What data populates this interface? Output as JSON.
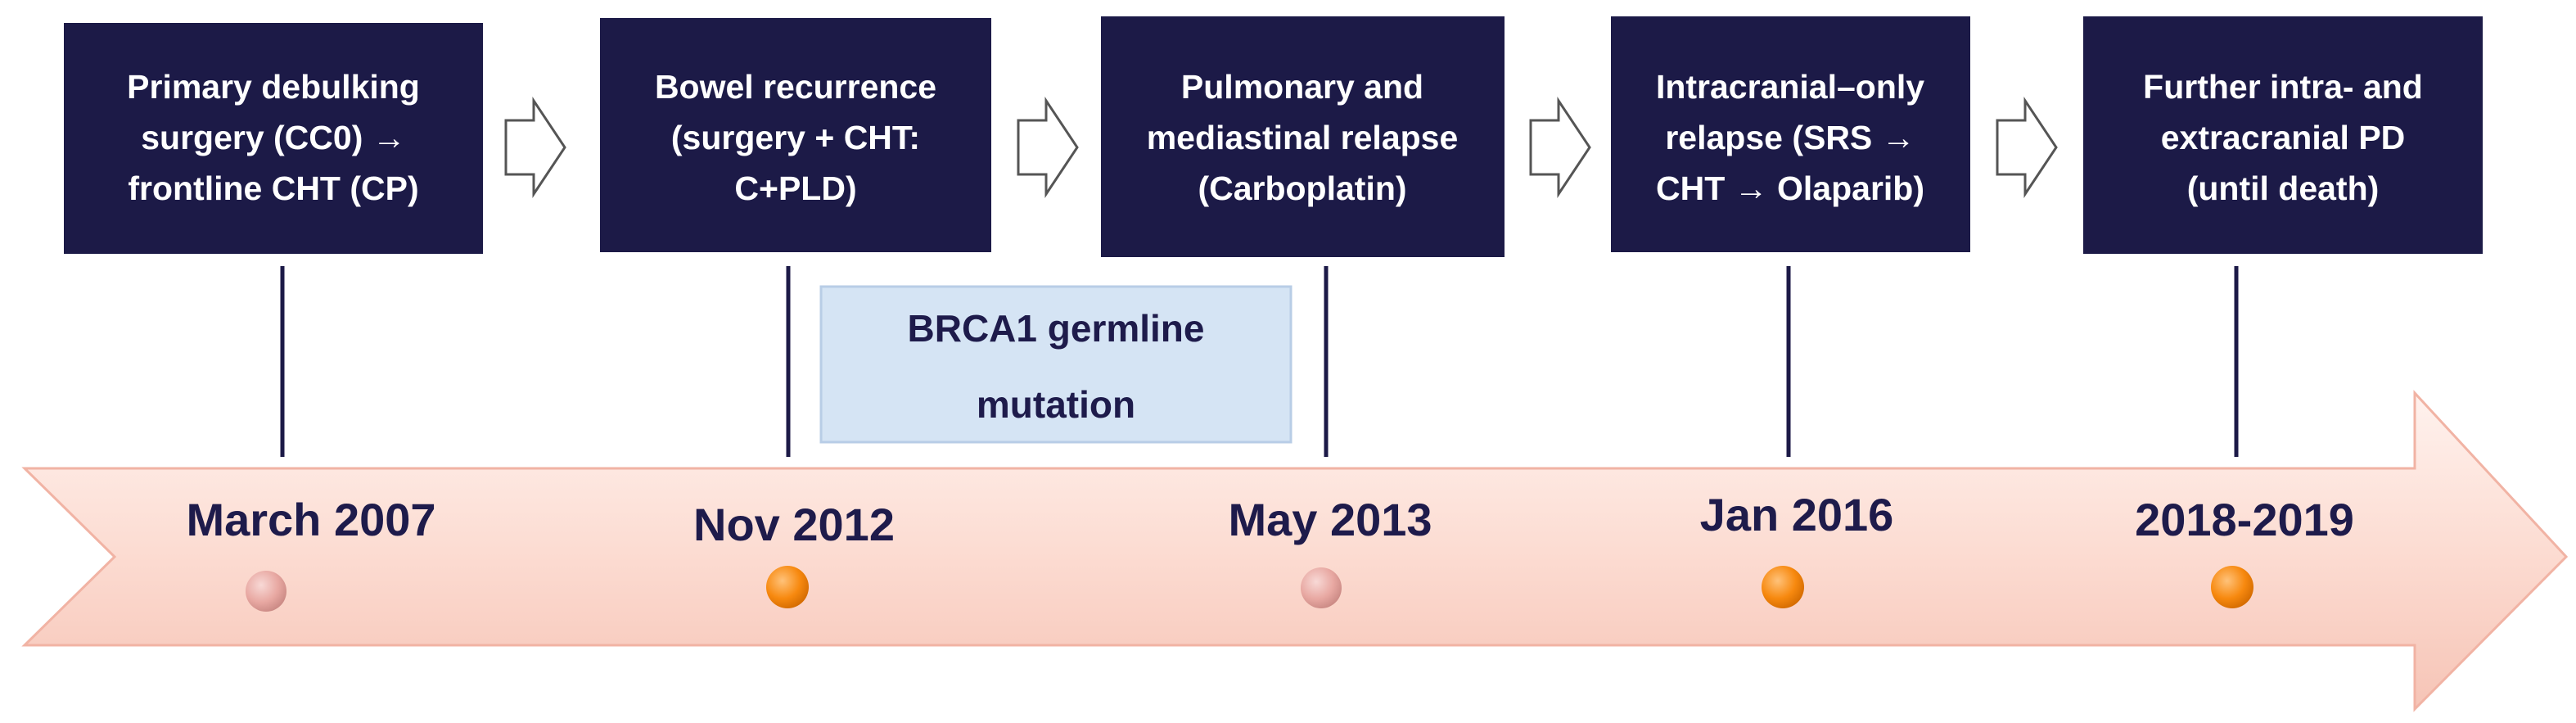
{
  "events": [
    {
      "lines": [
        "Primary debulking",
        "surgery (CC0) →",
        "frontline CHT (CP)"
      ],
      "date": "March 2007",
      "marker": "pink"
    },
    {
      "lines": [
        "Bowel recurrence",
        "(surgery + CHT:",
        "C+PLD)"
      ],
      "date": "Nov 2012",
      "marker": "orange"
    },
    {
      "lines": [
        "Pulmonary and",
        "mediastinal relapse",
        "(Carboplatin)"
      ],
      "date": "May 2013",
      "marker": "pink"
    },
    {
      "lines": [
        "Intracranial–only",
        "relapse (SRS →",
        "CHT → Olaparib)"
      ],
      "date": "Jan 2016",
      "marker": "orange"
    },
    {
      "lines": [
        "Further intra- and",
        "extracranial PD",
        "(until death)"
      ],
      "date": "2018-2019",
      "marker": "orange"
    }
  ],
  "mutation_box": {
    "lines": [
      "BRCA1 germline",
      "mutation"
    ]
  },
  "colors": {
    "box_fill": "#1c1a47",
    "box_text": "#ffffff",
    "date_text": "#1e1b4b",
    "timeline_fill": "#fcdcd2",
    "timeline_stroke": "#f1b3a4",
    "mutation_fill": "#d5e4f4",
    "marker_orange": "#f7890f",
    "marker_pink": "#e8a8a2"
  }
}
